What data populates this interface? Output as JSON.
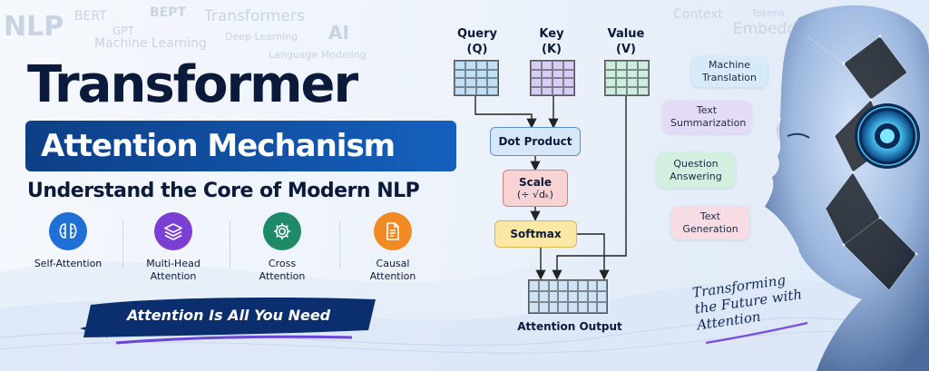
{
  "background_words": [
    "NLP",
    "BERT",
    "BEPT",
    "GPT",
    "Transformers",
    "Machine Learning",
    "Deep Learning",
    "AI",
    "Language Modeling",
    "Context",
    "Tokens",
    "Embeddings"
  ],
  "headline": {
    "title": "Transformer",
    "band": "Attention Mechanism",
    "subtitle": "Understand the Core of Modern NLP"
  },
  "features": [
    {
      "label": "Self-Attention",
      "icon": "brain-icon",
      "color": "#1f6fd6"
    },
    {
      "label": "Multi-Head Attention",
      "icon": "layers-icon",
      "color": "#7b3fd4"
    },
    {
      "label": "Cross Attention",
      "icon": "gear-icon",
      "color": "#1e8a68"
    },
    {
      "label": "Causal Attention",
      "icon": "document-icon",
      "color": "#f08a24"
    }
  ],
  "banner": "Attention Is All You Need",
  "diagram": {
    "query": "Query\n(Q)",
    "key": "Key\n(K)",
    "value": "Value\n(V)",
    "dot_product": "Dot Product",
    "scale": "Scale",
    "scale_formula": "(÷ √dₖ)",
    "softmax": "Softmax",
    "output": "Attention Output",
    "colors": {
      "query": "#bfe0f7",
      "key": "#d8cdf5",
      "value": "#cdeede",
      "dot": "#d6e8f8",
      "scale": "#f8d3d3",
      "softmax": "#fbe7a6",
      "output": "#cfe3f7"
    }
  },
  "applications": [
    {
      "label": "Machine Translation",
      "color": "#d6eaf9"
    },
    {
      "label": "Text Summarization",
      "color": "#e4dcf7"
    },
    {
      "label": "Question Answering",
      "color": "#d3efe0"
    },
    {
      "label": "Text Generation",
      "color": "#f7dde3"
    }
  ],
  "tagline": "Transforming the Future with Attention"
}
